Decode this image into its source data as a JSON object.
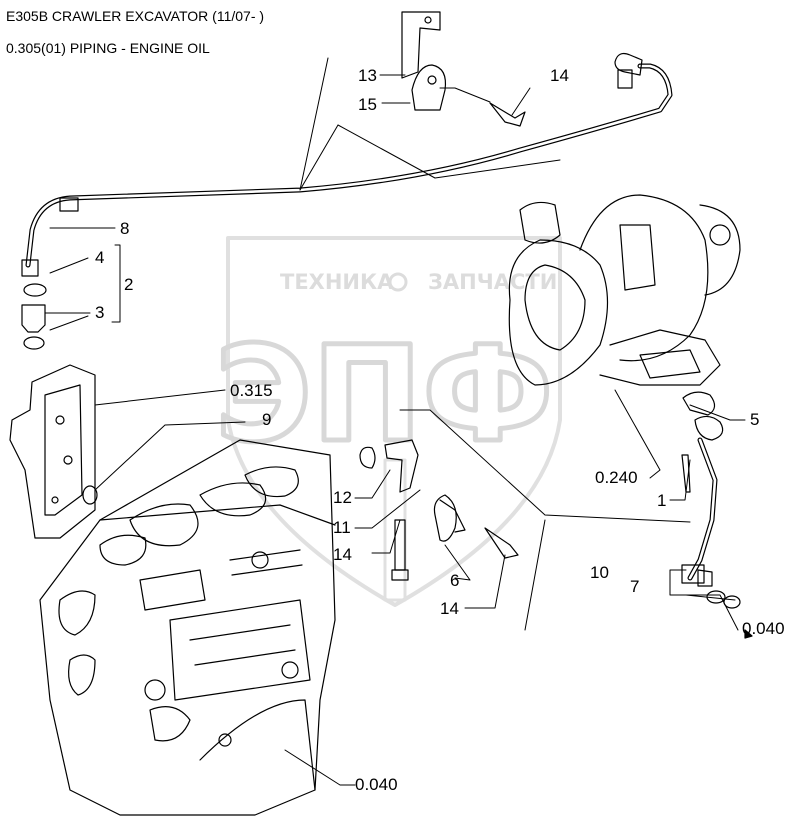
{
  "header": {
    "title": "E305B CRAWLER EXCAVATOR (11/07- )",
    "subtitle": "0.305(01) PIPING - ENGINE OIL"
  },
  "watermark": {
    "top": "ТЕХНИКА",
    "top_right": "ЗАПЧАСТИ",
    "big": "ЭПФ"
  },
  "labels": {
    "l13": "13",
    "l15": "15",
    "l14_top": "14",
    "l8": "8",
    "l4": "4",
    "l2": "2",
    "l3": "3",
    "l0315": "0.315",
    "l9": "9",
    "l12": "12",
    "l11": "11",
    "l14_mid": "14",
    "l6": "6",
    "l14_bot": "14",
    "l5": "5",
    "l0240": "0.240",
    "l1": "1",
    "l10": "10",
    "l7": "7",
    "l0040_right": "0.040",
    "l0040_bottom": "0.040"
  },
  "colors": {
    "ink": "#000000",
    "watermark": "#d8d8d8"
  }
}
